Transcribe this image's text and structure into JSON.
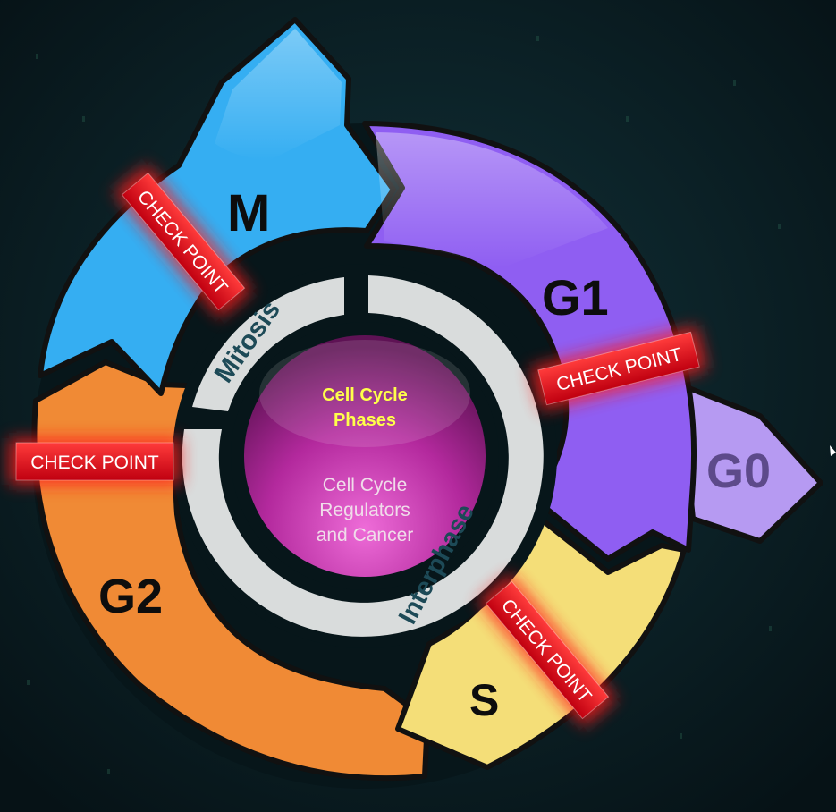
{
  "diagram": {
    "phases": {
      "m": "M",
      "g1": "G1",
      "g0": "G0",
      "s": "S",
      "g2": "G2"
    },
    "ring_labels": {
      "mitosis": "Mitosis",
      "interphase": "Interphase"
    },
    "checkpoints": [
      "CHECK POINT",
      "CHECK POINT",
      "CHECK POINT",
      "CHECK POINT"
    ],
    "center": {
      "title_line1": "Cell Cycle",
      "title_line2": "Phases",
      "sub_line1": "Cell Cycle",
      "sub_line2": "Regulators",
      "sub_line3": "and Cancer"
    },
    "colors": {
      "background": "#0a1c20",
      "m": "#35aef2",
      "g1": "#8f5ef2",
      "g0": "#b69af2",
      "s": "#f4de78",
      "g2": "#f08a35",
      "checkpoint": "#e8101c",
      "inner_ring": "#d9dcdc",
      "center_disc": "#b0289a"
    }
  }
}
